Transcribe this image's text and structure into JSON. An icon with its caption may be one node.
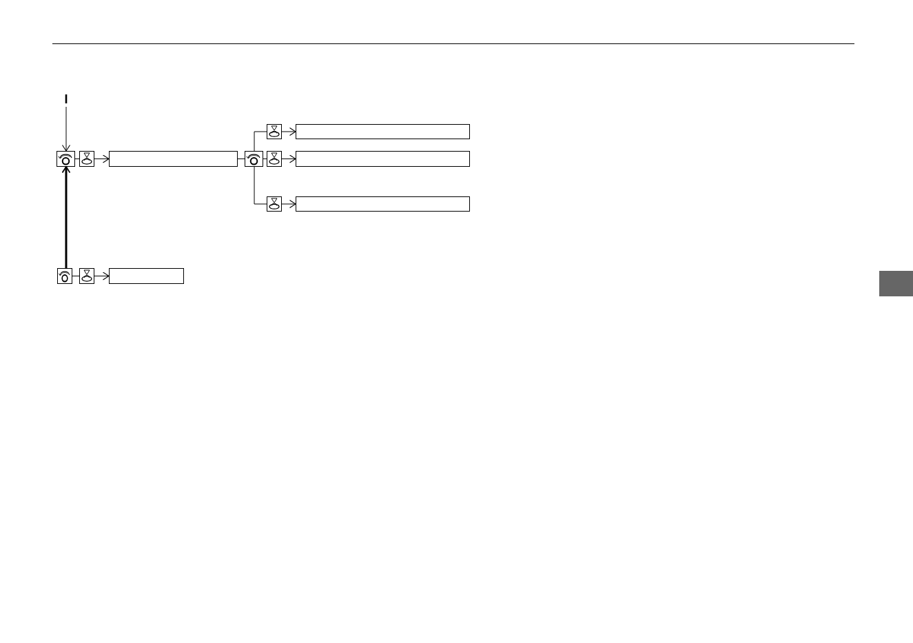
{
  "diagram": {
    "nodes": [
      {
        "text": [
          "I"
        ]
      },
      {
        "text": [],
        "shape": "picture"
      },
      {
        "text": [],
        "shape": "picture"
      },
      {
        "text": [],
        "shape": "box"
      },
      {
        "text": [],
        "shape": "picture"
      },
      {
        "text": [],
        "shape": "picture"
      },
      {
        "text": [],
        "shape": "box"
      },
      {
        "text": [],
        "shape": "picture"
      },
      {
        "text": [],
        "shape": "box"
      },
      {
        "text": [],
        "shape": "picture"
      },
      {
        "text": [],
        "shape": "box"
      },
      {
        "text": [],
        "shape": "picture"
      },
      {
        "text": [],
        "shape": "picture"
      },
      {
        "text": [],
        "shape": "box"
      }
    ],
    "edges": [
      {
        "from": 0,
        "to": 1,
        "arrow": "to"
      },
      {
        "from": 1,
        "to": 2,
        "arrow": "none"
      },
      {
        "from": 2,
        "to": 3,
        "arrow": "to"
      },
      {
        "from": 3,
        "to": 4,
        "arrow": "none"
      },
      {
        "from": 4,
        "to": 5,
        "arrow": "none"
      },
      {
        "from": 5,
        "to": 6,
        "arrow": "to"
      },
      {
        "from": 4,
        "to": 7,
        "arrow": "none"
      },
      {
        "from": 7,
        "to": 8,
        "arrow": "to"
      },
      {
        "from": 4,
        "to": 9,
        "arrow": "none"
      },
      {
        "from": 9,
        "to": 10,
        "arrow": "to"
      },
      {
        "from": 11,
        "to": 1,
        "arrow": "to",
        "style": "thick"
      },
      {
        "from": 11,
        "to": 12,
        "arrow": "none"
      },
      {
        "from": 12,
        "to": 13,
        "arrow": "to"
      }
    ]
  }
}
